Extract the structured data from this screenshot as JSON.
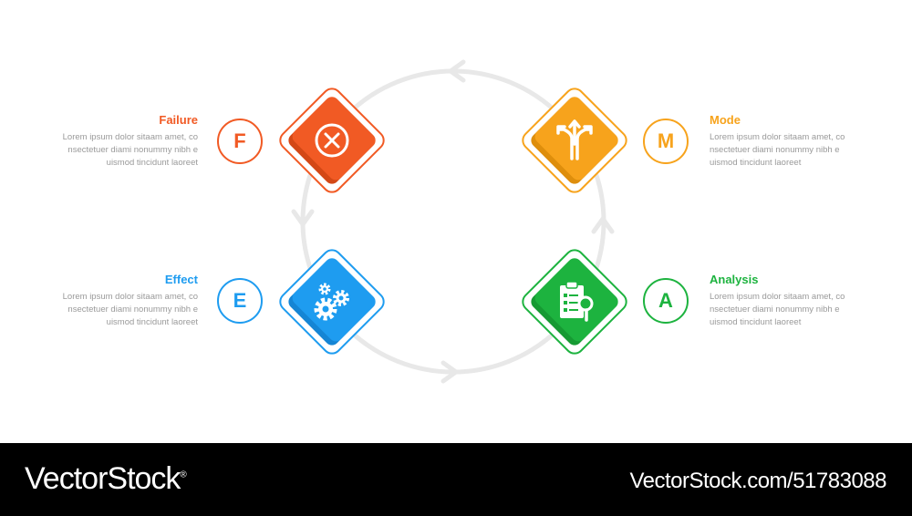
{
  "colors": {
    "failure": "#f15a24",
    "failure_dark": "#d34816",
    "mode": "#f7a31c",
    "mode_dark": "#de8e0c",
    "effect": "#1e9cf0",
    "effect_dark": "#1585d4",
    "analysis": "#1db33f",
    "analysis_dark": "#169a33",
    "cycle": "#e8e8e8",
    "body_text": "#9a9a9a"
  },
  "items": {
    "failure": {
      "title": "Failure",
      "letter": "F",
      "icon": "close-circle-icon",
      "body": "Lorem ipsum dolor sitaam amet, co\nnsectetuer diami nonummy  nibh e\nuismod tincidunt laoreet"
    },
    "mode": {
      "title": "Mode",
      "letter": "M",
      "icon": "split-arrows-icon",
      "body": "Lorem ipsum dolor sitaam amet, co\nnsectetuer diami nonummy  nibh e\nuismod tincidunt laoreet"
    },
    "effect": {
      "title": "Effect",
      "letter": "E",
      "icon": "gears-icon",
      "body": "Lorem ipsum dolor sitaam amet, co\nnsectetuer diami nonummy  nibh e\nuismod tincidunt laoreet"
    },
    "analysis": {
      "title": "Analysis",
      "letter": "A",
      "icon": "clipboard-search-icon",
      "body": "Lorem ipsum dolor sitaam amet, co\nnsectetuer diami nonummy  nibh e\nuismod tincidunt laoreet"
    }
  },
  "footer": {
    "brand": "VectorStock",
    "registered": "®",
    "image_code": "VectorStock.com/51783088"
  }
}
